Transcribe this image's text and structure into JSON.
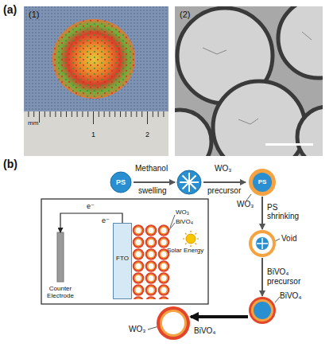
{
  "diagram": {
    "nodes": [
      {
        "text": [
          "PS"
        ]
      },
      {
        "text": [
          "PS",
          "WO₃"
        ]
      },
      {
        "text": [
          "Void"
        ]
      },
      {
        "text": [
          "BiVO₄"
        ]
      },
      {
        "text": [
          "WO₃",
          "BiVO₄"
        ]
      },
      {
        "text": [
          "Counter Electrode"
        ]
      },
      {
        "text": [
          "FTO"
        ]
      }
    ],
    "edges": [
      {
        "from": 1,
        "to": 2,
        "arrow": "to",
        "label": "PS shrinking"
      },
      {
        "from": 2,
        "to": 3,
        "arrow": "to",
        "label": "BiVO₄ precursor"
      },
      {
        "from": 3,
        "to": 4,
        "arrow": "to"
      },
      {
        "from": 6,
        "to": 5,
        "arrow": "to",
        "label": "e⁻"
      }
    ],
    "labels": [
      "(a)",
      "(1)",
      "mm",
      "1",
      "2",
      "(2)",
      "(b)",
      "Methanol",
      "swelling",
      "WO₃",
      "precursor",
      "e⁻",
      "WO₃",
      "BiVO₄",
      "Solar Energy"
    ]
  }
}
